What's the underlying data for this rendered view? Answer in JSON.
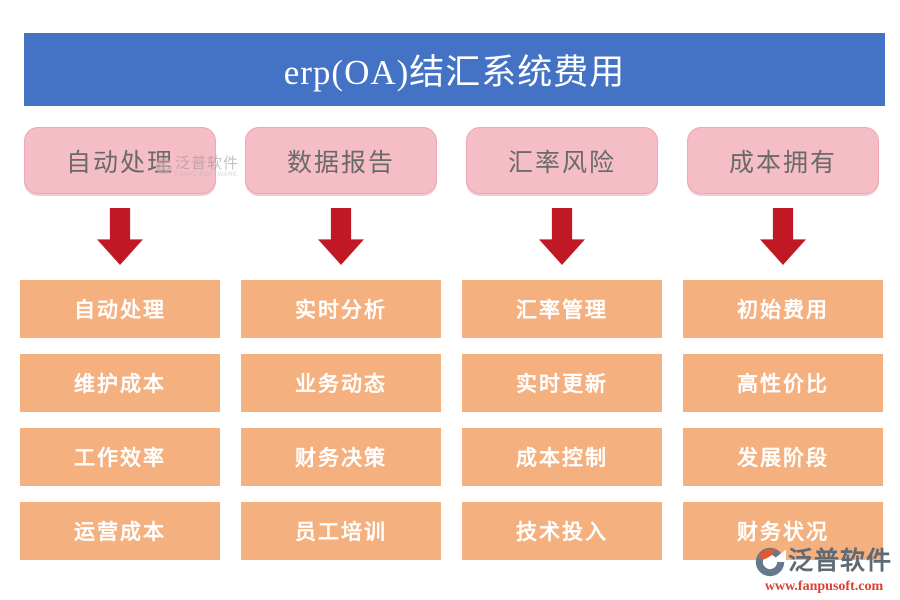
{
  "page": {
    "title": "erp(OA)结汇系统费用"
  },
  "colors": {
    "banner": "#4472C4",
    "banner_text": "#FFFFFF",
    "header_fill": "#F5BDC5",
    "header_border": "#EEA7B3",
    "header_text": "#6A6A6A",
    "arrow": "#C01825",
    "box_fill": "#F5B07F",
    "box_text": "#FFFFFF",
    "brand_gray": "#5F6A75",
    "brand_red": "#DD4030",
    "icon_gray": "#66788C",
    "icon_orange": "#E2582F"
  },
  "columns": [
    {
      "header": "自动处理",
      "items": [
        "自动处理",
        "维护成本",
        "工作效率",
        "运营成本"
      ]
    },
    {
      "header": "数据报告",
      "items": [
        "实时分析",
        "业务动态",
        "财务决策",
        "员工培训"
      ]
    },
    {
      "header": "汇率风险",
      "items": [
        "汇率管理",
        "实时更新",
        "成本控制",
        "技术投入"
      ]
    },
    {
      "header": "成本拥有",
      "items": [
        "初始费用",
        "高性价比",
        "发展阶段",
        "财务状况"
      ]
    }
  ],
  "watermark": {
    "brand": "泛普软件",
    "subtext": "FANPU SOFTWARE"
  },
  "logo": {
    "brand": "泛普软件",
    "website": "www.fanpusoft.com"
  }
}
